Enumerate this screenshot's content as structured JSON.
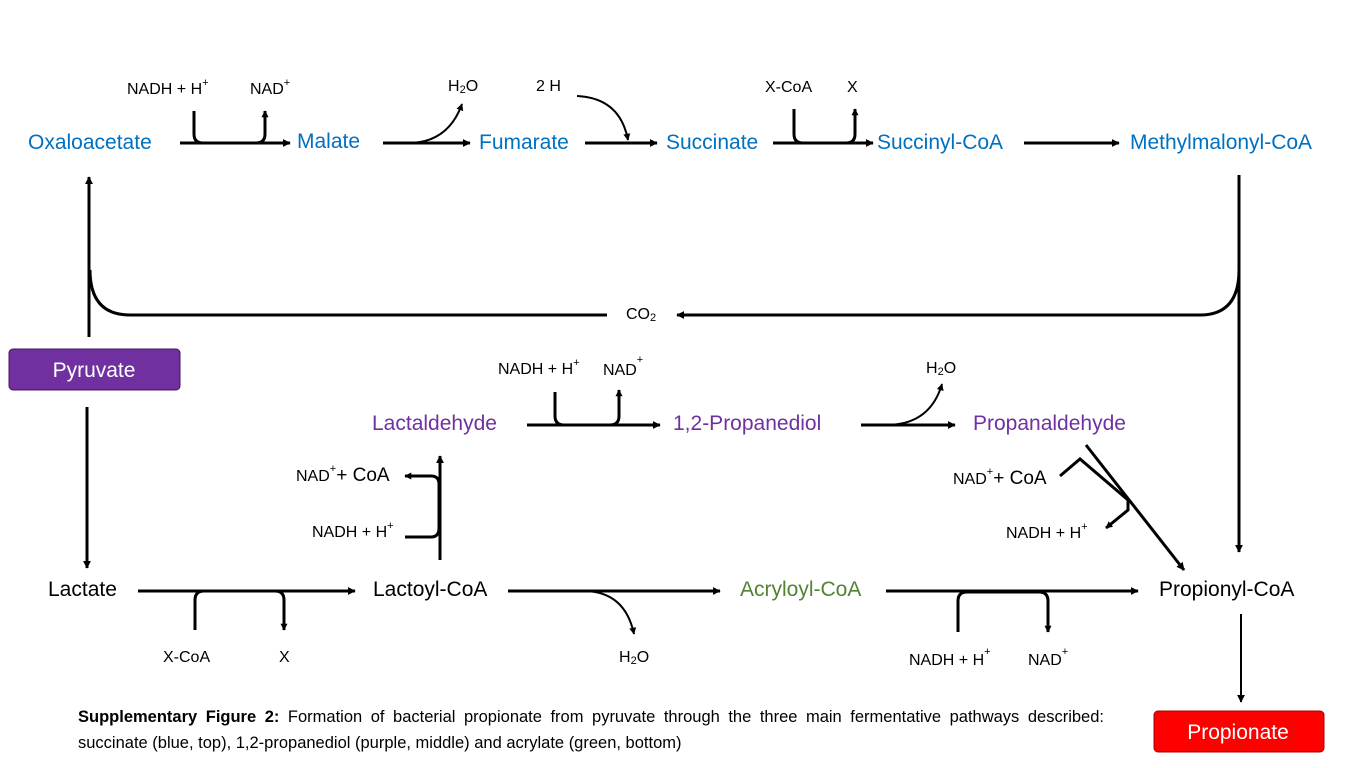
{
  "colors": {
    "succinate": "#0070c0",
    "propanediol": "#7030a0",
    "acrylate": "#548235",
    "black": "#000000",
    "pyruvate_box": "#7030a0",
    "propionate_box": "#ff0000"
  },
  "metabolites": {
    "oxaloacetate": "Oxaloacetate",
    "malate": "Malate",
    "fumarate": "Fumarate",
    "succinate": "Succinate",
    "succinyl_coa": "Succinyl-CoA",
    "methylmalonyl_coa": "Methylmalonyl-CoA",
    "pyruvate": "Pyruvate",
    "lactaldehyde": "Lactaldehyde",
    "propanediol": "1,2-Propanediol",
    "propanaldehyde": "Propanaldehyde",
    "lactate": "Lactate",
    "lactoyl_coa": "Lactoyl-CoA",
    "acryloyl_coa": "Acryloyl-CoA",
    "propionyl_coa": "Propionyl-CoA",
    "propionate": "Propionate"
  },
  "cofactors": {
    "nadh_h": "NADH + H",
    "nad": "NAD",
    "plus": "+",
    "h2o_h": "H",
    "h2o_sub": "2",
    "h2o_o": "O",
    "two_h": "2 H",
    "x_coa": "X-CoA",
    "x": "X",
    "co2_co": "CO",
    "co2_sub": "2",
    "plus_coa": "+ CoA"
  },
  "caption": {
    "label": "Supplementary Figure 2:",
    "text": "Formation of bacterial propionate from pyruvate through the three main fermentative pathways described: succinate (blue, top), 1,2-propanediol (purple, middle) and acrylate (green, bottom)"
  }
}
